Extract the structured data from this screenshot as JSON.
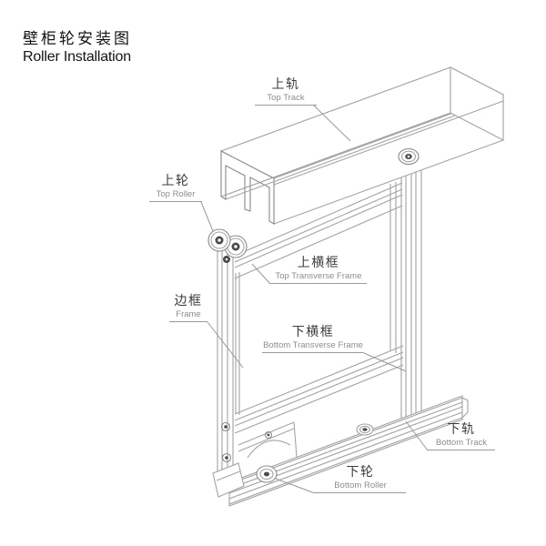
{
  "title": {
    "line1_zh": "壁柜轮安装图",
    "line2_en": "Roller Installation"
  },
  "labels": {
    "top_track": {
      "zh": "上轨",
      "en": "Top Track"
    },
    "top_roller": {
      "zh": "上轮",
      "en": "Top Roller"
    },
    "top_transverse_frame": {
      "zh": "上横框",
      "en": "Top Transverse Frame"
    },
    "frame": {
      "zh": "边框",
      "en": "Frame"
    },
    "bottom_transverse_frame": {
      "zh": "下横框",
      "en": "Bottom Transverse Frame"
    },
    "bottom_track": {
      "zh": "下轨",
      "en": "Bottom Track"
    },
    "bottom_roller": {
      "zh": "下轮",
      "en": "Bottom Roller"
    }
  },
  "colors": {
    "background": "#ffffff",
    "line": "#a3a3a3",
    "line_dark": "#8a8a8a",
    "leader": "#9a9a9a",
    "label_zh": "#3c3c3c",
    "label_en": "#8d8d8d",
    "underline": "#9a9a9a",
    "title": "#141414",
    "hub": "#4a4a4a"
  }
}
